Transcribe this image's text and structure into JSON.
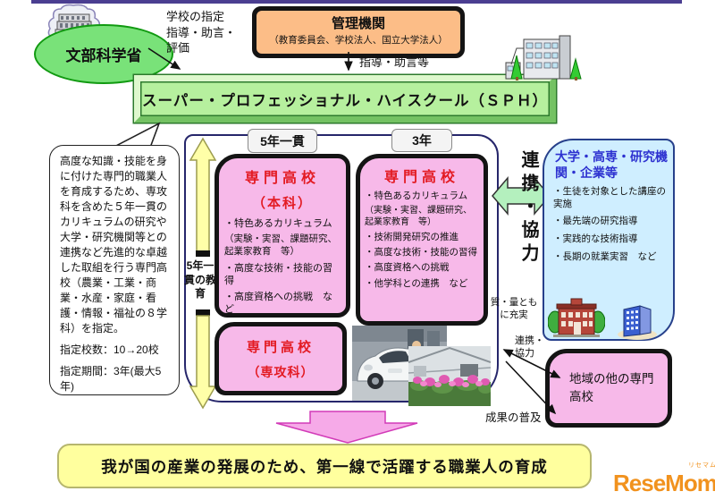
{
  "header": {
    "ministry": "文部科学省",
    "designation_note": "学校の指定\n指導・助言・\n評価",
    "admin_box": {
      "title": "管理機関",
      "subtitle": "（教育委員会、学校法人、国立大学法人）"
    },
    "guidance_note": "指導・助言等",
    "sph_bar": "スーパー・プロフェッショナル・ハイスクール（ＳＰＨ）"
  },
  "left_callout": {
    "body": "高度な知識・技能を身に付けた専門的職業人を育成するため、専攻科を含めた５年一貫のカリキュラムの研究や大学・研究機関等との連携など先進的な卓越した取組を行う専門高校（農業・工業・商業・水産・家庭・看護・情報・福祉の８学科）を指定。",
    "schools": "指定校数：10→20校",
    "period": "指定期間：3年(最大5年)"
  },
  "center": {
    "label_5year": "5年一貫",
    "label_3year": "3年",
    "arrow_label": "5年一貫の教育",
    "honka": {
      "title": "専門高校",
      "subtitle": "（本科）",
      "bullets": [
        "・特色あるカリキュラム",
        "（実験・実習、課題研究、起業家教育　等）",
        "・高度な技術・技能の習得",
        "・高度資格への挑戦　など"
      ]
    },
    "three_year": {
      "title": "専門高校",
      "bullets": [
        "・特色あるカリキュラム",
        "（実験・実習、課題研究、起業家教育　等）",
        "・技術開発研究の推進",
        "・高度な技術・技能の習得",
        "・高度資格への挑戦",
        "・他学科との連携　など"
      ]
    },
    "senkoka": {
      "title": "専門高校",
      "subtitle": "（専攻科）"
    }
  },
  "right": {
    "renkei_large": "連携・協力",
    "quality_note": "質・量とも\nに充実",
    "partner_box": {
      "title": "大学・高専・研究機関・企業等",
      "bullets": [
        "・生徒を対象とした講座の実施",
        "・最先端の研究指導",
        "・実践的な技術指導",
        "・長期の就業実習　など"
      ]
    },
    "renkei_small": "連携・\n協力",
    "results_note": "成果の普及",
    "regional_box": "地域の他の専門高校"
  },
  "footer": {
    "goal": "我が国の産業の発展のため、第一線で活躍する職業人の育成",
    "logo": "ReseMom.",
    "logo_kana": "リセマム"
  },
  "colors": {
    "top_rule": "#4b3e91",
    "ministry_green": "#79e279",
    "admin_orange": "#fcbd87",
    "sph_green": "#b6f09e",
    "box_pink": "#f7b9e9",
    "partner_blue": "#cfeeff",
    "goal_yellow": "#ffff9e",
    "title_red": "#e31b23",
    "logo_orange": "#f1921e"
  }
}
